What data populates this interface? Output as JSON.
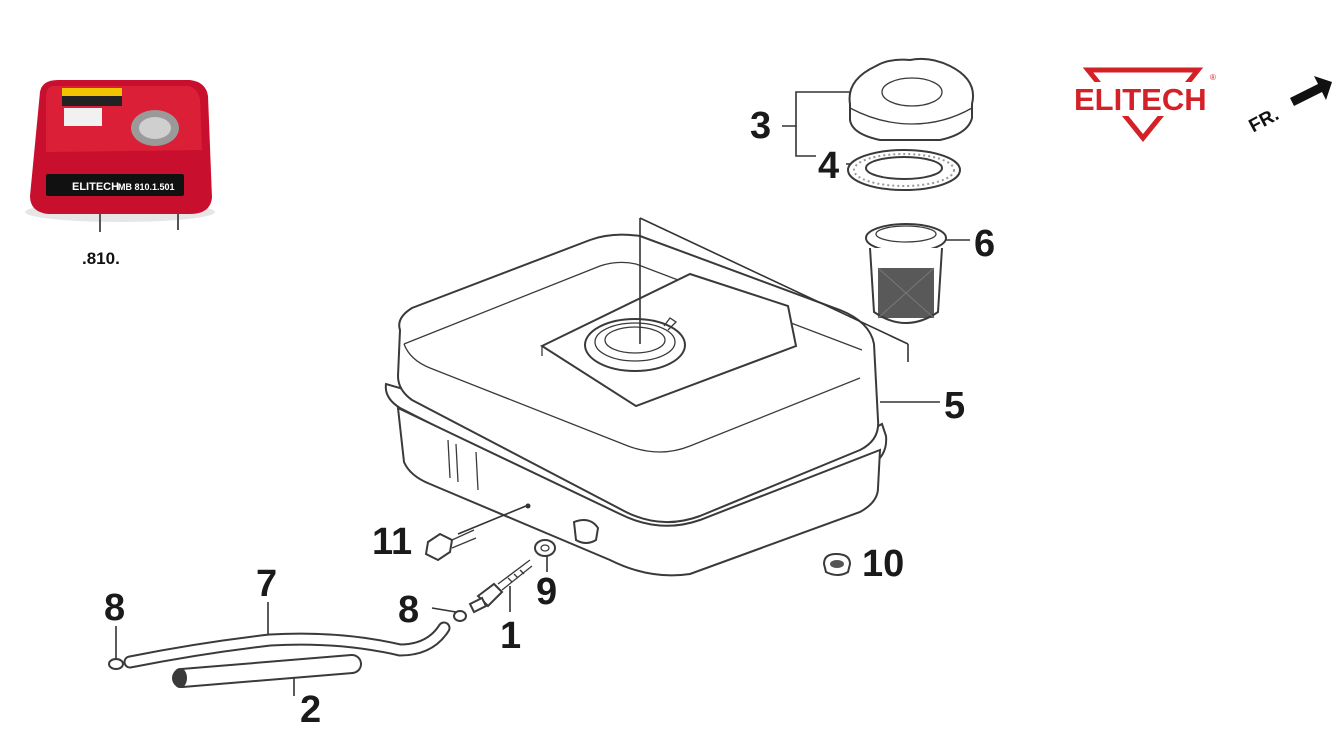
{
  "brand": {
    "logo_text": "ELITECH",
    "logo_color": "#d42027",
    "direction_label": "FR."
  },
  "photo": {
    "caption": ".810.",
    "label_text": "MB 810.1.501",
    "tank_color": "#c8102e"
  },
  "callouts": {
    "c1": "1",
    "c2": "2",
    "c3": "3",
    "c4": "4",
    "c5": "5",
    "c6": "6",
    "c7": "7",
    "c8a": "8",
    "c8b": "8",
    "c9": "9",
    "c10": "10",
    "c11": "11"
  }
}
